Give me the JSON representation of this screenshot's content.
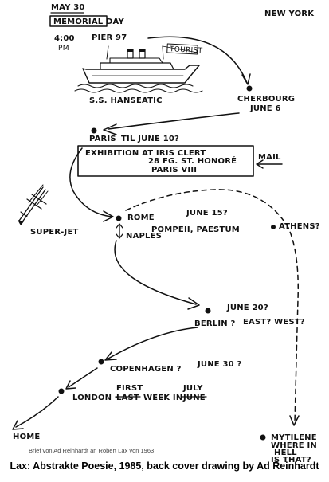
{
  "header": {
    "date": "MAY 30",
    "holiday": "MEMORIAL DAY",
    "time": "4:00",
    "ampm": "PM",
    "pier": "PIER 97",
    "tourist": "TOURIST",
    "city": "NEW YORK",
    "ship": "S.S. HANSEATIC"
  },
  "stops": {
    "cherbourg": "CHERBOURG",
    "cherbourg_date": "JUNE 6",
    "paris": "PARIS",
    "paris_date": "TIL JUNE 10?",
    "exhibition_1": "EXHIBITION AT IRIS CLERT",
    "exhibition_2": "28 FG. ST. HONORÉ",
    "exhibition_3": "PARIS VIII",
    "mail": "MAIL",
    "superjet": "SUPER-JET",
    "rome": "ROME",
    "rome_date": "JUNE 15?",
    "pompeii": "POMPEII, PAESTUM",
    "naples": "NAPLES",
    "athens": "ATHENS?",
    "berlin_date": "JUNE 20?",
    "berlin": "BERLIN ?",
    "eastwest": "EAST? WEST?",
    "copenhagen": "COPENHAGEN ?",
    "copenhagen_date": "JUNE 30 ?",
    "london": "LONDON -",
    "first": "FIRST",
    "last": "LAST",
    "week_in": "WEEK IN",
    "july": "JULY",
    "june": "JUNE",
    "home": "HOME",
    "mytilene_1": "MYTILENE",
    "mytilene_2": "WHERE IN",
    "mytilene_3": "HELL",
    "mytilene_4": "IS THAT?"
  },
  "credit": "Brief von Ad Reinhardt an Robert Lax von 1963",
  "caption": "Lax: Abstrakte Poesie, 1985, back cover drawing by Ad Reinhardt"
}
